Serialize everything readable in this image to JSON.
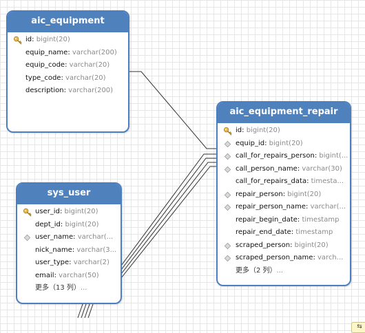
{
  "tables": {
    "aic_equipment": {
      "title": "aic_equipment",
      "columns": [
        {
          "name": "id",
          "type": "bigint(20)",
          "icon": "key-icon"
        },
        {
          "name": "equip_name",
          "type": "varchar(200)",
          "icon": "none"
        },
        {
          "name": "equip_code",
          "type": "varchar(20)",
          "icon": "none"
        },
        {
          "name": "type_code",
          "type": "varchar(20)",
          "icon": "none"
        },
        {
          "name": "description",
          "type": "varchar(200)",
          "icon": "none"
        }
      ]
    },
    "aic_equipment_repair": {
      "title": "aic_equipment_repair",
      "columns": [
        {
          "name": "id",
          "type": "bigint(20)",
          "icon": "key-icon"
        },
        {
          "name": "equip_id",
          "type": "bigint(20)",
          "icon": "diamond-icon"
        },
        {
          "name": "call_for_repairs_person",
          "type": "bigint(...",
          "icon": "diamond-icon"
        },
        {
          "name": "call_person_name",
          "type": "varchar(30)",
          "icon": "diamond-icon"
        },
        {
          "name": "call_for_repairs_data",
          "type": "timesta...",
          "icon": "none"
        },
        {
          "name": "repair_person",
          "type": "bigint(20)",
          "icon": "diamond-icon"
        },
        {
          "name": "repair_person_name",
          "type": "varchar(...",
          "icon": "diamond-icon"
        },
        {
          "name": "repair_begin_date",
          "type": "timestamp",
          "icon": "none"
        },
        {
          "name": "repair_end_date",
          "type": "timestamp",
          "icon": "none"
        },
        {
          "name": "scraped_person",
          "type": "bigint(20)",
          "icon": "diamond-icon"
        },
        {
          "name": "scraped_person_name",
          "type": "varch...",
          "icon": "diamond-icon"
        }
      ],
      "more_label": "更多（2 列）",
      "more_suffix": "..."
    },
    "sys_user": {
      "title": "sys_user",
      "columns": [
        {
          "name": "user_id",
          "type": "bigint(20)",
          "icon": "key-icon"
        },
        {
          "name": "dept_id",
          "type": "bigint(20)",
          "icon": "none"
        },
        {
          "name": "user_name",
          "type": "varchar(...",
          "icon": "diamond-icon"
        },
        {
          "name": "nick_name",
          "type": "varchar(3...",
          "icon": "none"
        },
        {
          "name": "user_type",
          "type": "varchar(2)",
          "icon": "none"
        },
        {
          "name": "email",
          "type": "varchar(50)",
          "icon": "none"
        }
      ],
      "more_label": "更多（13 列）",
      "more_suffix": "..."
    }
  },
  "colors": {
    "header_bg": "#4f81bd",
    "border": "#4a7fc1",
    "type_text": "#8a8a8a",
    "key_gold": "#e8b84a",
    "diamond_gray": "#b5b5b5"
  },
  "corner_button": {
    "icon": "expand-arrows-icon",
    "label": "⇆"
  }
}
